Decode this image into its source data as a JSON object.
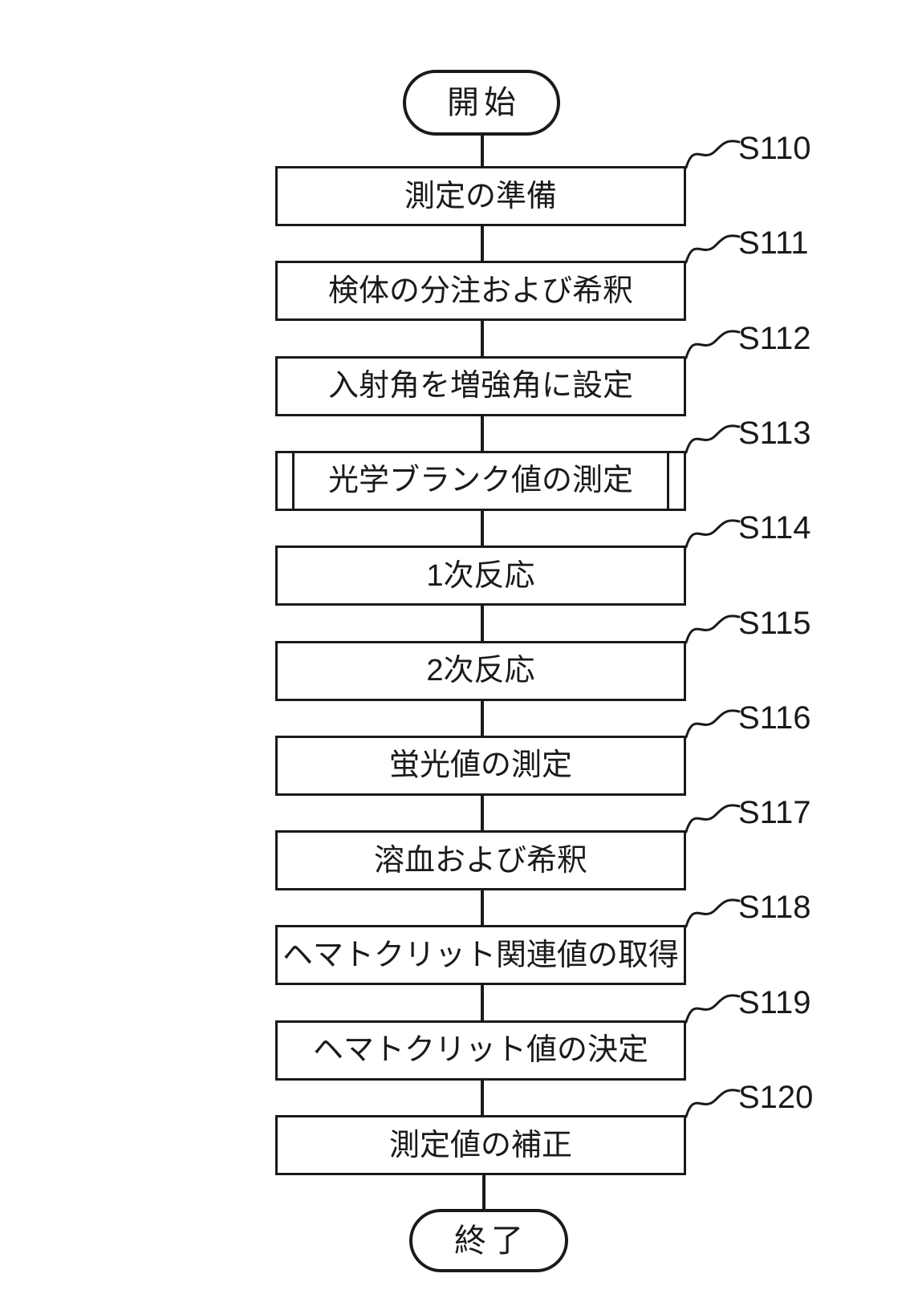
{
  "flowchart": {
    "title_semantic": "measurement-procedure-flowchart",
    "start_label": "開始",
    "end_label": "終了",
    "steps": [
      {
        "id": "S110",
        "label": "測定の準備",
        "type": "process"
      },
      {
        "id": "S111",
        "label": "検体の分注および希釈",
        "type": "process"
      },
      {
        "id": "S112",
        "label": "入射角を増強角に設定",
        "type": "process"
      },
      {
        "id": "S113",
        "label": "光学ブランク値の測定",
        "type": "subroutine"
      },
      {
        "id": "S114",
        "label": "1次反応",
        "type": "process"
      },
      {
        "id": "S115",
        "label": "2次反応",
        "type": "process"
      },
      {
        "id": "S116",
        "label": "蛍光値の測定",
        "type": "process"
      },
      {
        "id": "S117",
        "label": "溶血および希釈",
        "type": "process"
      },
      {
        "id": "S118",
        "label": "ヘマトクリット関連値の取得",
        "type": "process"
      },
      {
        "id": "S119",
        "label": "ヘマトクリット値の決定",
        "type": "process"
      },
      {
        "id": "S120",
        "label": "測定値の補正",
        "type": "process"
      }
    ],
    "colors": {
      "line": "#1a1a1a",
      "background": "#ffffff"
    }
  }
}
